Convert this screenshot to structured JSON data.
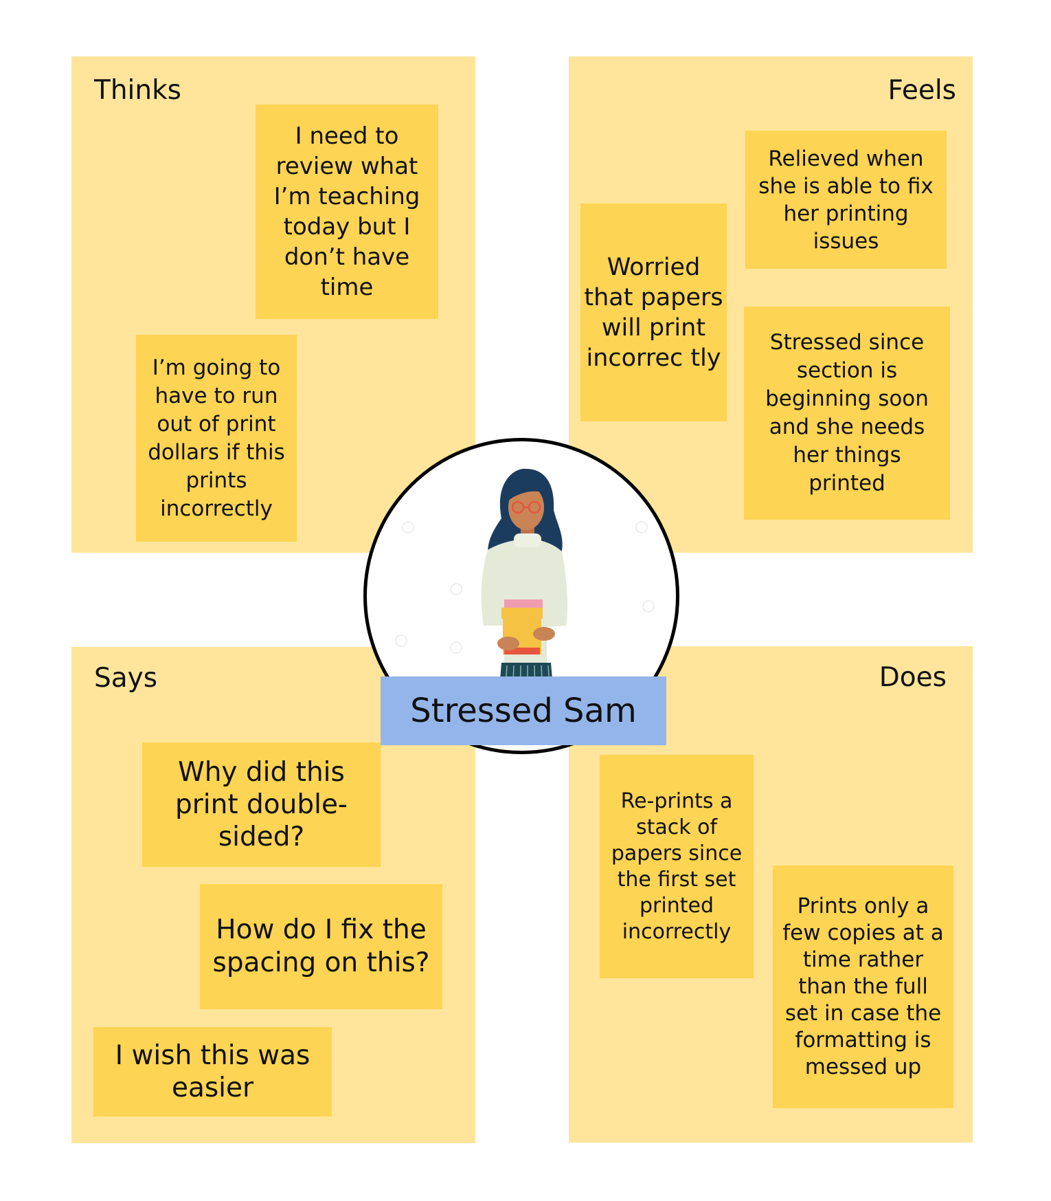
{
  "quadrants": {
    "thinks": {
      "title": "Thinks",
      "notes": [
        "I need to review what I’m teaching today but I don’t have time",
        "I’m going to have to run out of print dollars if this prints incorrectly"
      ]
    },
    "feels": {
      "title": "Feels",
      "notes": [
        "Relieved when she is able to fix her printing issues",
        "Worried that papers will print incorrec tly",
        "Stressed since section is beginning soon and she needs her things printed"
      ]
    },
    "says": {
      "title": "Says",
      "notes": [
        "Why did this print double-sided?",
        "How do I fix the spacing on this?",
        "I wish this was easier"
      ]
    },
    "does": {
      "title": "Does",
      "notes": [
        "Re-prints a stack of papers since the first set printed incorrectly",
        "Prints only a few copies at a time rather than the full set in case the formatting is messed up"
      ]
    }
  },
  "persona": {
    "name": "Stressed Sam",
    "avatar_icon": "teacher-holding-books-illustration"
  },
  "colors": {
    "quadrant_bg": "#fee59b",
    "sticky_note": "#fdd453",
    "name_label": "#94b5ea"
  }
}
